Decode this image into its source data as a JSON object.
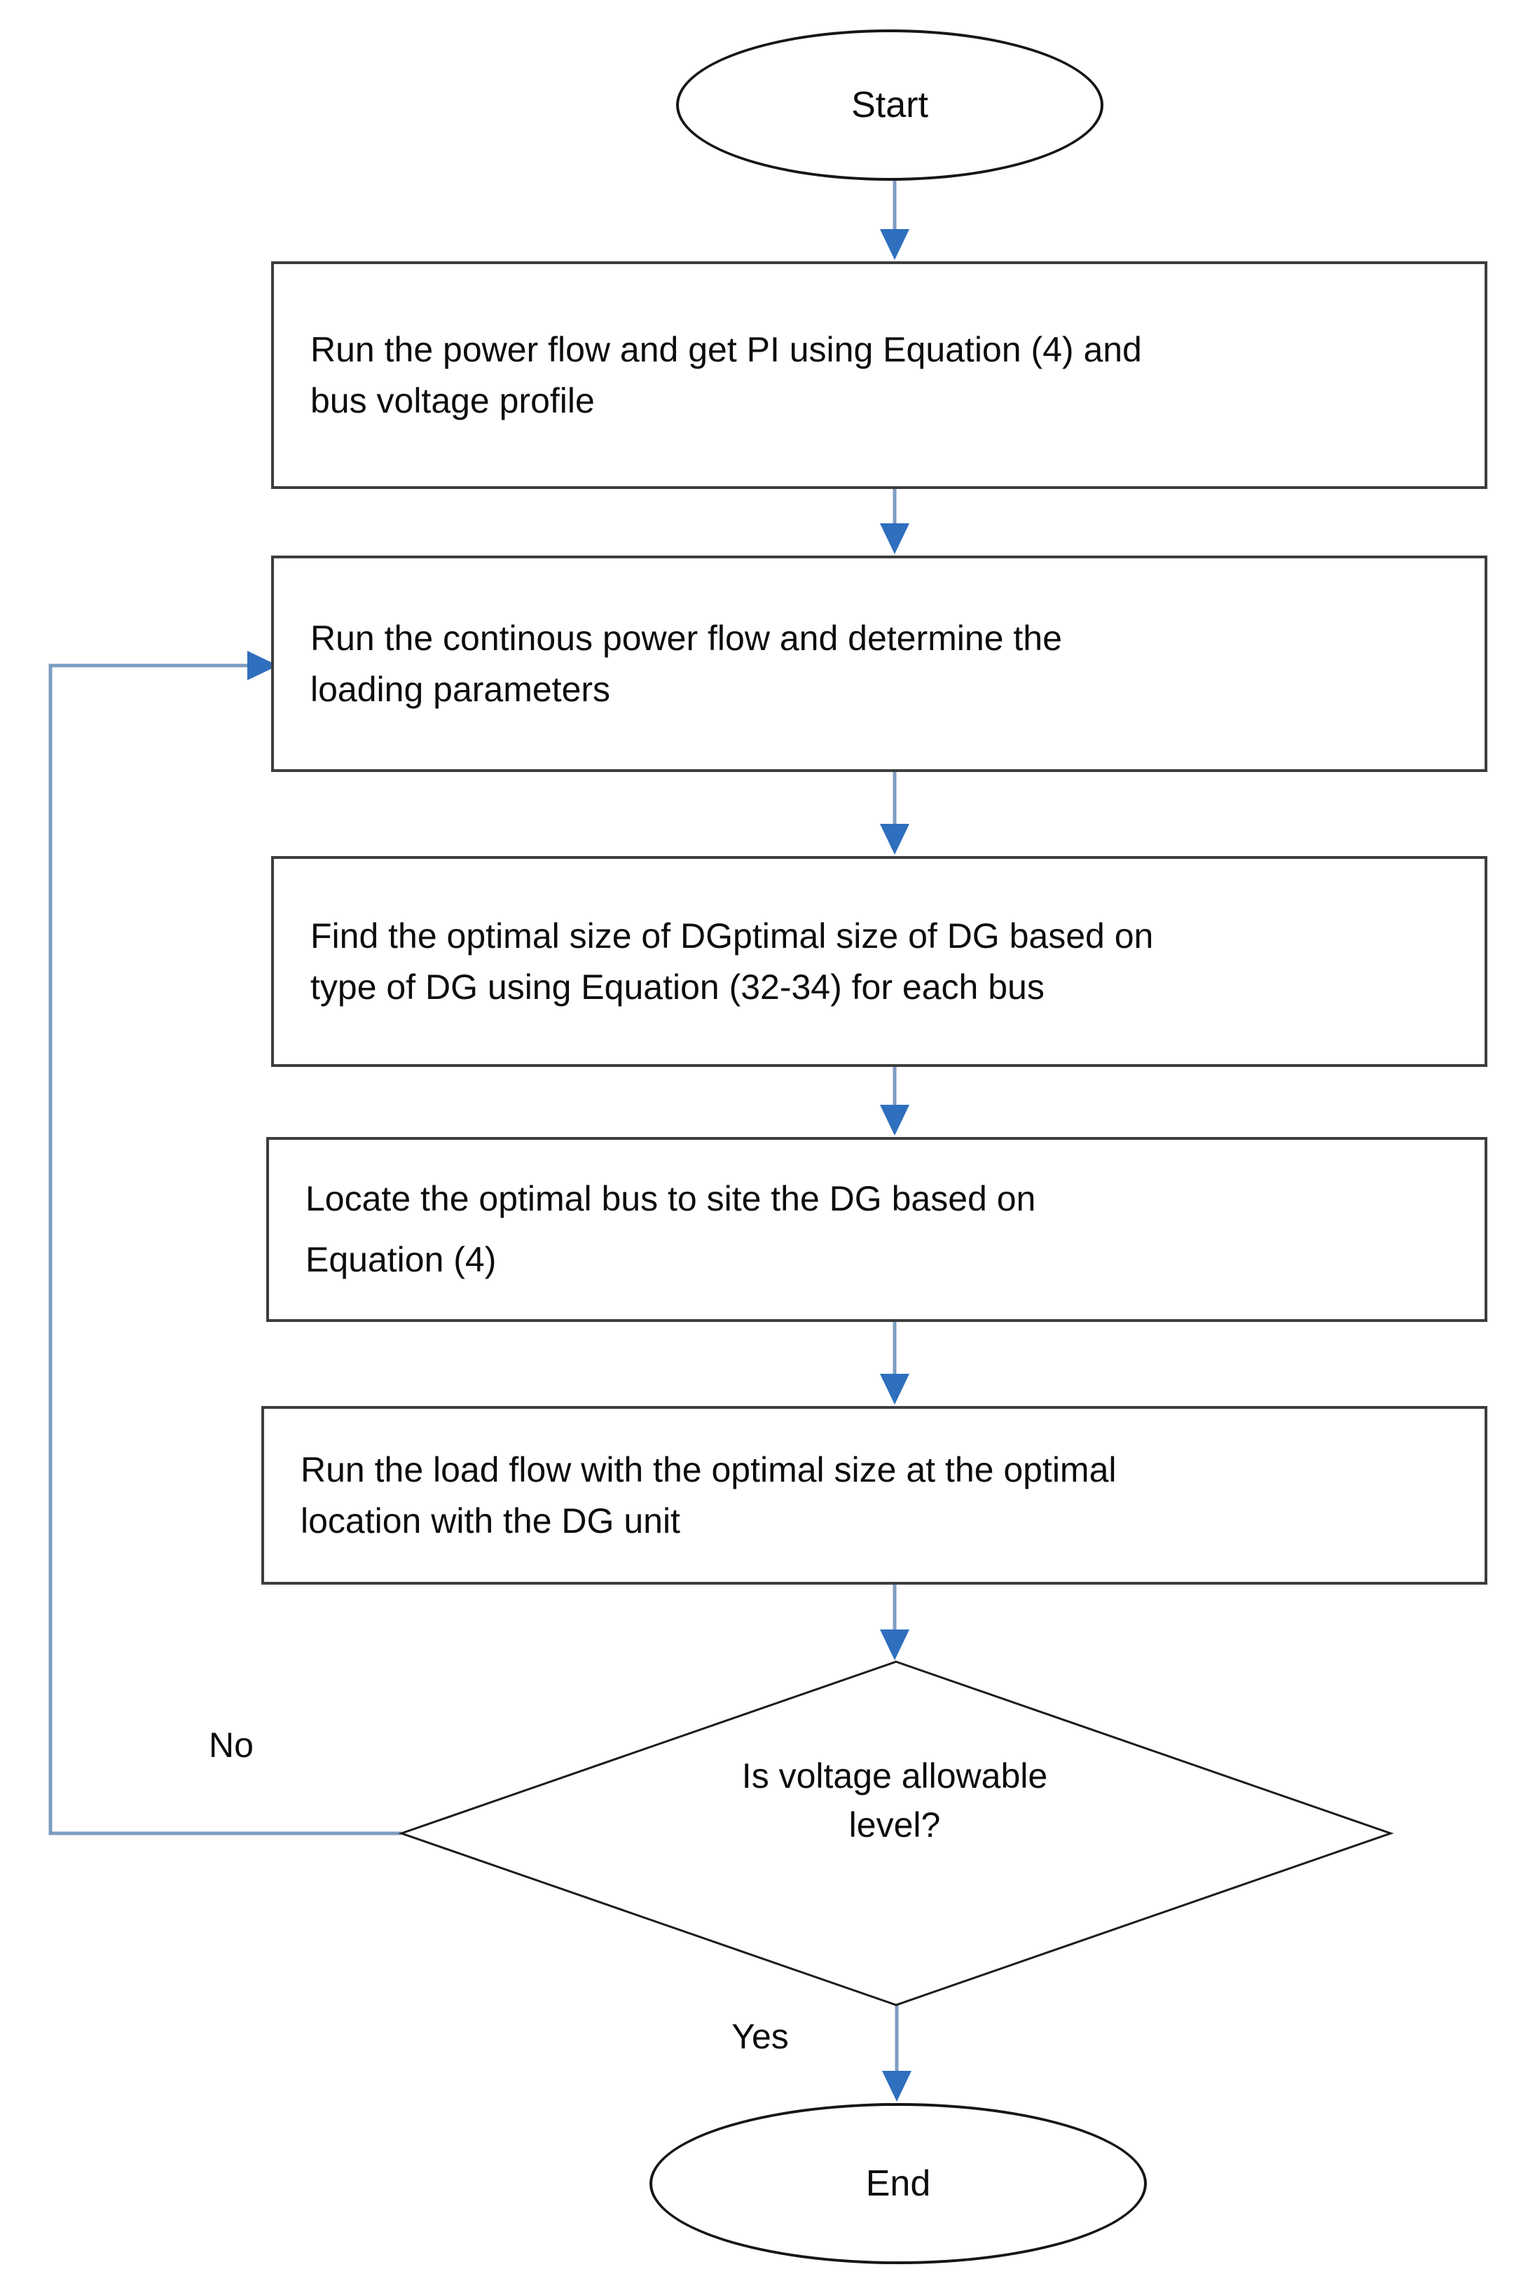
{
  "diagram": {
    "type": "flowchart",
    "nodes": {
      "start": {
        "shape": "terminator",
        "label": "Start"
      },
      "power_flow": {
        "shape": "process",
        "label": "Run the power flow and get PI using  Equation (4) and\nbus voltage profile"
      },
      "continuous_power_flow": {
        "shape": "process",
        "label": "Run the continous power flow and determine the\nloading parameters"
      },
      "optimal_size": {
        "shape": "process",
        "label": "Find the optimal size of DGptimal size of DG based on\ntype of DG using Equation (32-34) for each bus"
      },
      "optimal_bus": {
        "shape": "process",
        "label": "Locate the optimal bus to site the DG based on\nEquation (4)"
      },
      "load_flow": {
        "shape": "process",
        "label": "Run the load flow with the optimal size at the optimal\nlocation with the DG unit"
      },
      "voltage_check": {
        "shape": "decision",
        "label": "Is voltage allowable\nlevel?"
      },
      "end": {
        "shape": "terminator",
        "label": "End"
      }
    },
    "edges": [
      {
        "from": "start",
        "to": "power_flow",
        "label": ""
      },
      {
        "from": "power_flow",
        "to": "continuous_power_flow",
        "label": ""
      },
      {
        "from": "continuous_power_flow",
        "to": "optimal_size",
        "label": ""
      },
      {
        "from": "optimal_size",
        "to": "optimal_bus",
        "label": ""
      },
      {
        "from": "optimal_bus",
        "to": "load_flow",
        "label": ""
      },
      {
        "from": "load_flow",
        "to": "voltage_check",
        "label": ""
      },
      {
        "from": "voltage_check",
        "to": "continuous_power_flow",
        "label": "No"
      },
      {
        "from": "voltage_check",
        "to": "end",
        "label": "Yes"
      }
    ],
    "edge_labels": {
      "no": "No",
      "yes": "Yes"
    },
    "colors": {
      "background": "#ffffff",
      "connector_line": "#7d9cc2",
      "arrowhead": "#2e6fbe",
      "process_border": "#3d3d3d",
      "shape_border": "#161616",
      "text": "#0d0d0d"
    }
  }
}
